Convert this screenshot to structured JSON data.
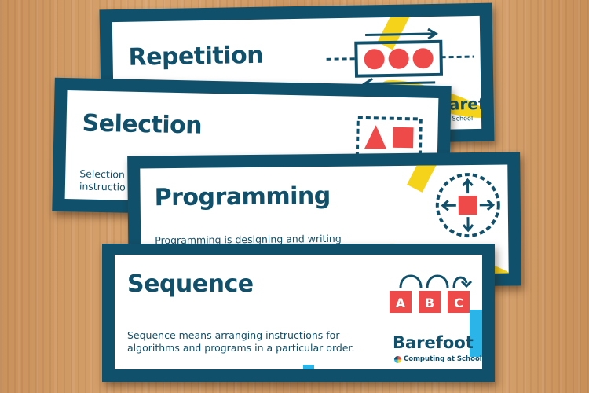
{
  "cards": {
    "repetition": {
      "title": "Repetition",
      "brand": "Barefoot",
      "sub": "at School"
    },
    "selection": {
      "title": "Selection",
      "desc_line1": "Selection i",
      "desc_line2": "instructio"
    },
    "programming": {
      "title": "Programming",
      "desc": "Programming is designing and writing"
    },
    "sequence": {
      "title": "Sequence",
      "desc_line1": "Sequence means arranging instructions for",
      "desc_line2": "algorithms and programs in a particular order.",
      "brand": "Barefoot",
      "sub": "Computing at School",
      "letters": [
        "A",
        "B",
        "C"
      ]
    }
  },
  "colors": {
    "navy": "#11506a",
    "red": "#ee4a4a",
    "yellow": "#f6d31b",
    "blue": "#2ab4e8",
    "white": "#ffffff"
  }
}
